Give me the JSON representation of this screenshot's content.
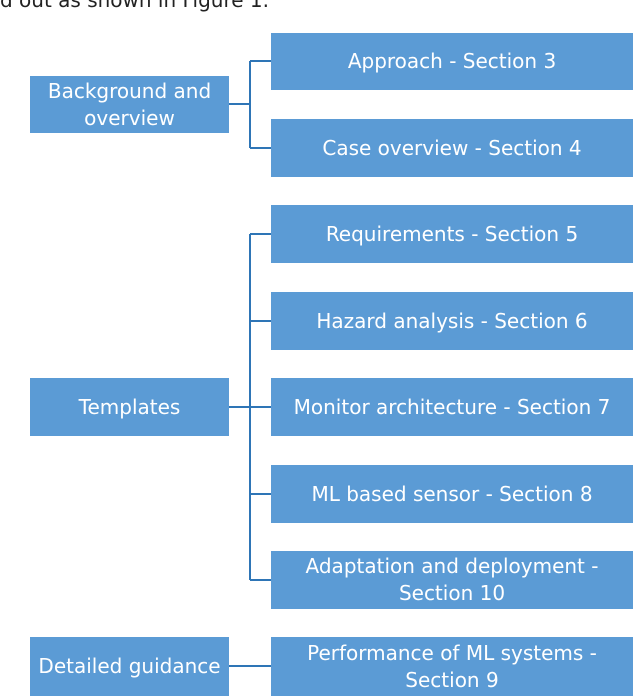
{
  "top_text": "d out as shown in Figure 1.",
  "groups": [
    {
      "label": "Background and overview",
      "children": [
        "Approach - Section 3",
        "Case overview - Section 4"
      ]
    },
    {
      "label": "Templates",
      "children": [
        "Requirements - Section 5",
        "Hazard analysis - Section 6",
        "Monitor architecture - Section 7",
        "ML based sensor - Section 8",
        "Adaptation and deployment - Section 10"
      ]
    },
    {
      "label": "Detailed guidance",
      "children": [
        "Performance of ML systems - Section 9"
      ]
    }
  ],
  "colors": {
    "box_fill": "#5b9bd5",
    "box_text": "#ffffff",
    "connector": "#2e75b6"
  }
}
